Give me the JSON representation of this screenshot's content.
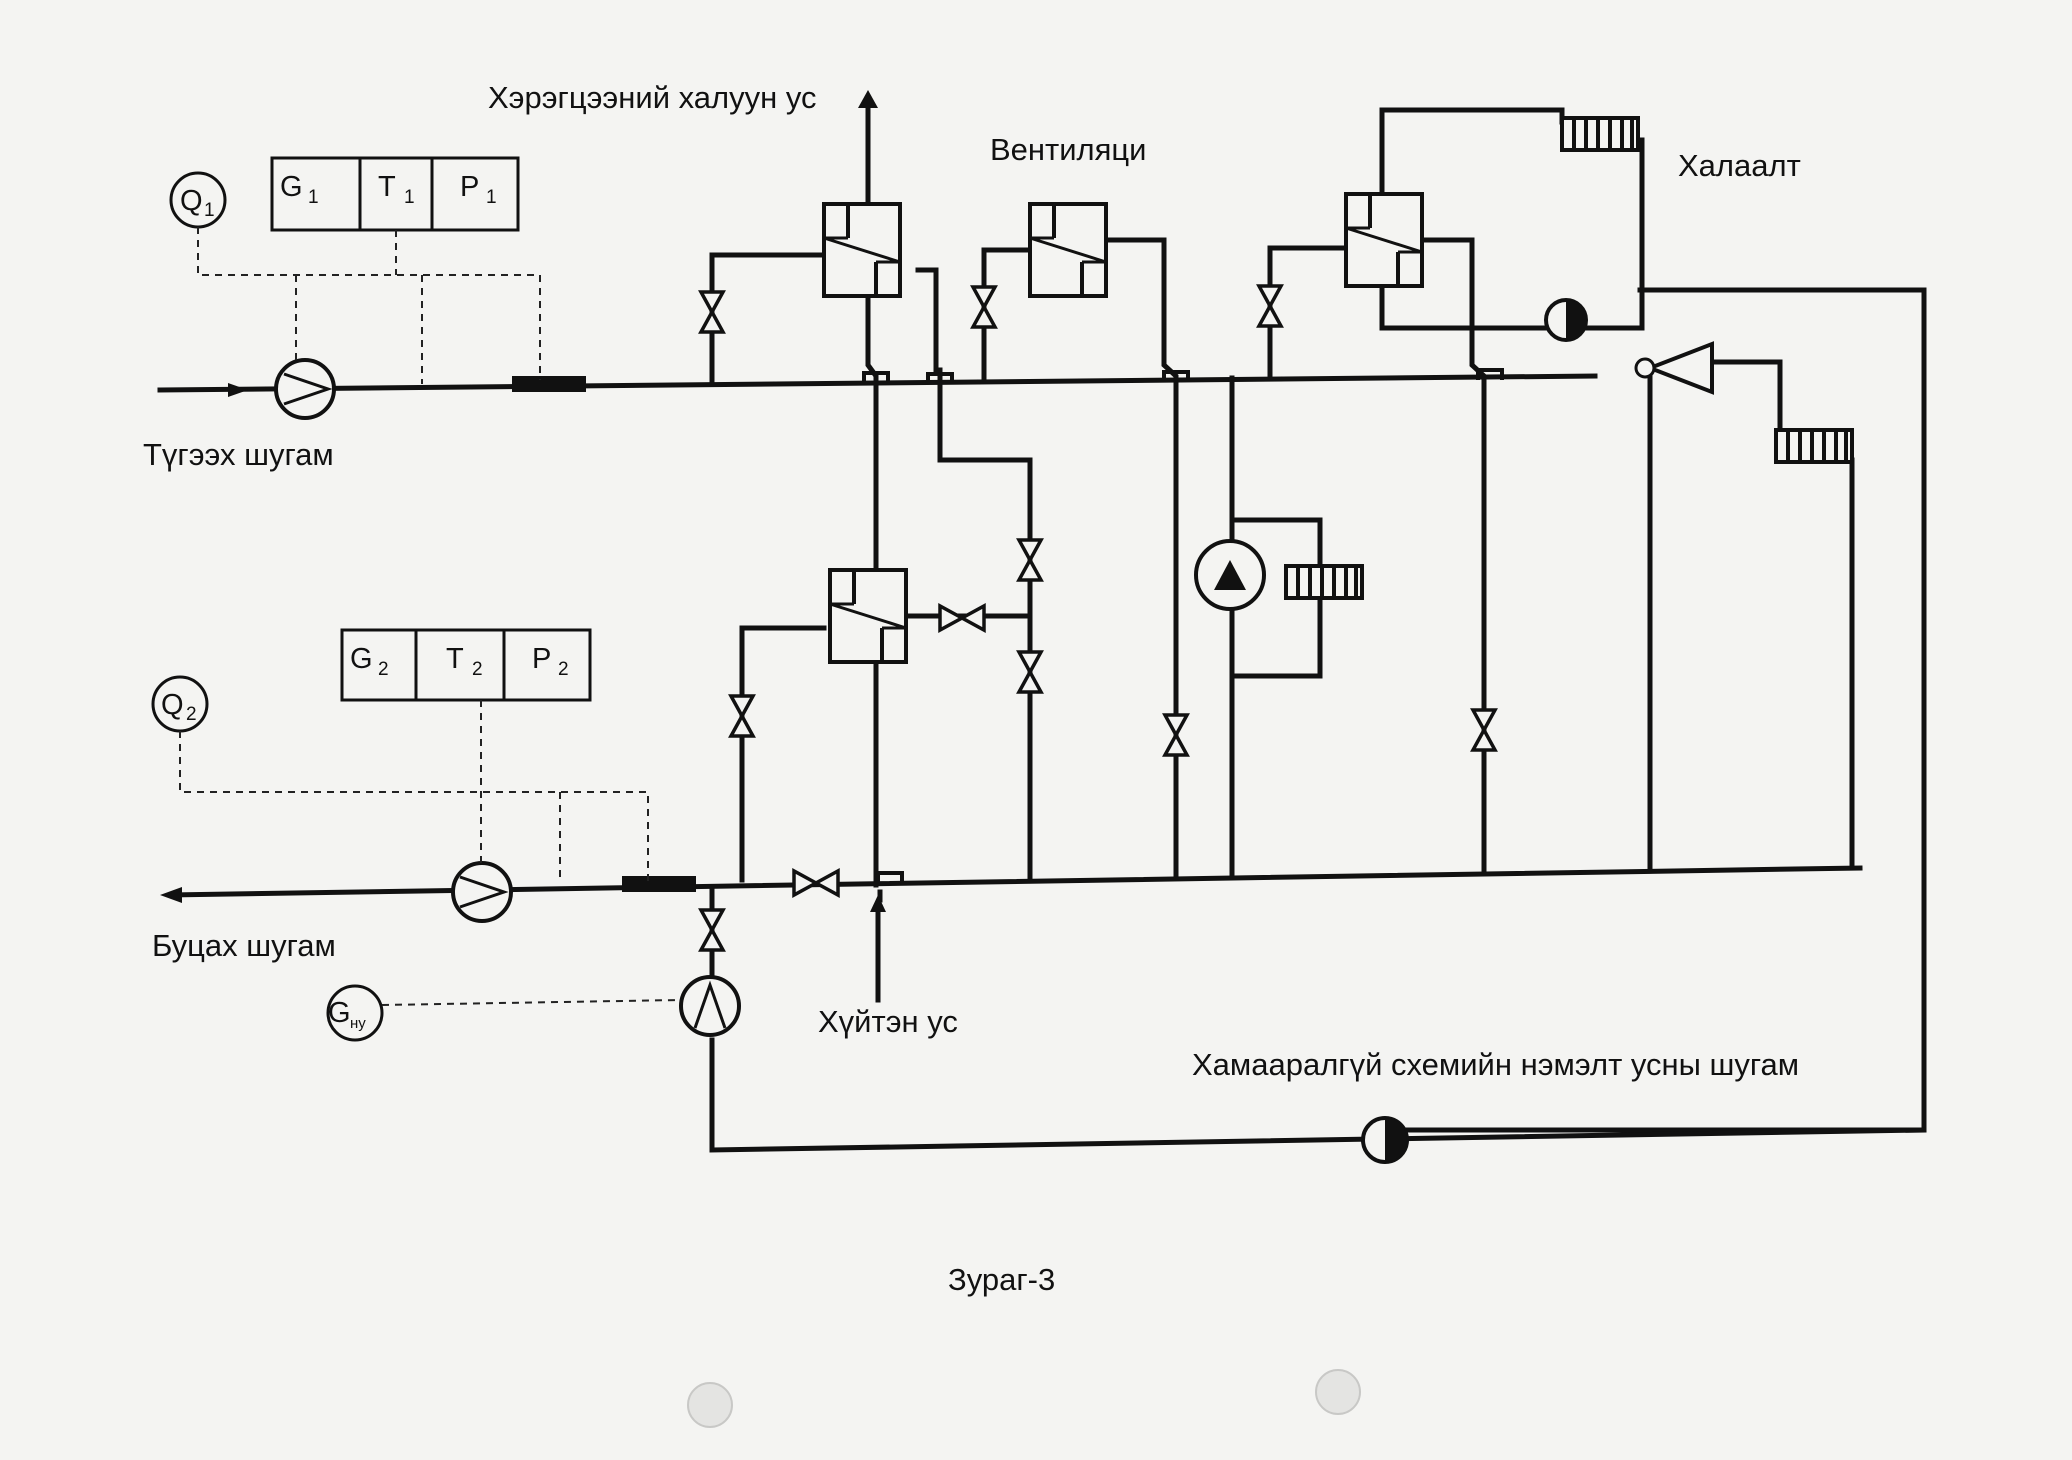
{
  "labels": {
    "hot_water": "Хэрэгцээний халуун ус",
    "ventilation": "Вентиляци",
    "heating": "Халаалт",
    "supply_line": "Түгээх шугам",
    "return_line": "Буцах шугам",
    "cold_water": "Хүйтэн ус",
    "makeup_line": "Хамааралгүй схемийн нэмэлт усны шугам",
    "figure_caption": "Зураг-3"
  },
  "instruments": {
    "supply": {
      "q": "Q",
      "q_sub": "1",
      "g": "G",
      "g_sub": "1",
      "t": "T",
      "t_sub": "1",
      "p": "P",
      "p_sub": "1"
    },
    "return": {
      "q": "Q",
      "q_sub": "2",
      "g": "G",
      "g_sub": "2",
      "t": "T",
      "t_sub": "2",
      "p": "P",
      "p_sub": "2"
    },
    "makeup": {
      "g": "G",
      "g_sub": "ну"
    }
  }
}
